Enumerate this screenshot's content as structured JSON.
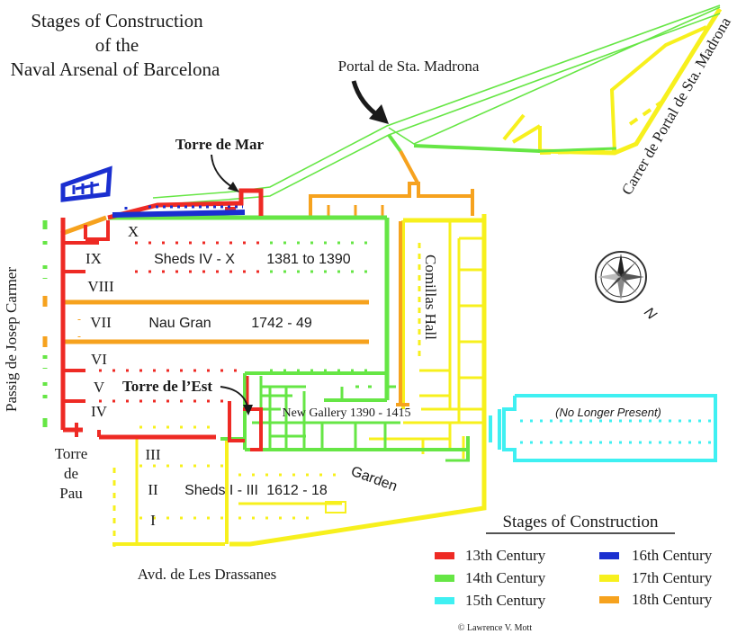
{
  "title": {
    "line1": "Stages of Construction",
    "line2": "of the",
    "line3": "Naval Arsenal of Barcelona"
  },
  "labels": {
    "portal": "Portal de Sta. Madrona",
    "torre_mar": "Torre de Mar",
    "carrer": "Carrer de Portal de Sta. Madrona",
    "passig": "Passig de Josep Carmer",
    "comillas": "Comillas Hall",
    "no_longer": "(No Longer Present)",
    "torre_est": "Torre de l’Est",
    "new_gallery": "New Gallery 1390 - 1415",
    "garden": "Garden",
    "torre_pau_1": "Torre",
    "torre_pau_2": "de",
    "torre_pau_3": "Pau",
    "avd": "Avd. de Les Drassanes",
    "copyright": "© Lawrence V. Mott",
    "north": "N"
  },
  "sheds": {
    "x": "X",
    "ix": "IX",
    "viii": "VIII",
    "vii": "VII",
    "vi": "VI",
    "v": "V",
    "iv": "IV",
    "iii": "III",
    "ii": "II",
    "i": "I",
    "sheds_iv_x": "Sheds IV - X",
    "dates_iv_x": "1381 to 1390",
    "nau_gran": "Nau Gran",
    "nau_dates": "1742 - 49",
    "sheds_i_iii": "Sheds  I - III",
    "dates_i_iii": "1612 - 18"
  },
  "legend": {
    "title": "Stages of Construction",
    "items": [
      {
        "label": "13th Century",
        "color": "#ee2a24"
      },
      {
        "label": "14th Century",
        "color": "#66e645"
      },
      {
        "label": "15th Century",
        "color": "#3ff0f2"
      },
      {
        "label": "16th Century",
        "color": "#1a2fd0"
      },
      {
        "label": "17th Century",
        "color": "#f7f01d"
      },
      {
        "label": "18th Century",
        "color": "#f6a21e"
      }
    ]
  },
  "colors": {
    "c13": "#ee2a24",
    "c14": "#66e645",
    "c15": "#3ff0f2",
    "c16": "#1a2fd0",
    "c17": "#f7f01d",
    "c18": "#f6a21e"
  }
}
